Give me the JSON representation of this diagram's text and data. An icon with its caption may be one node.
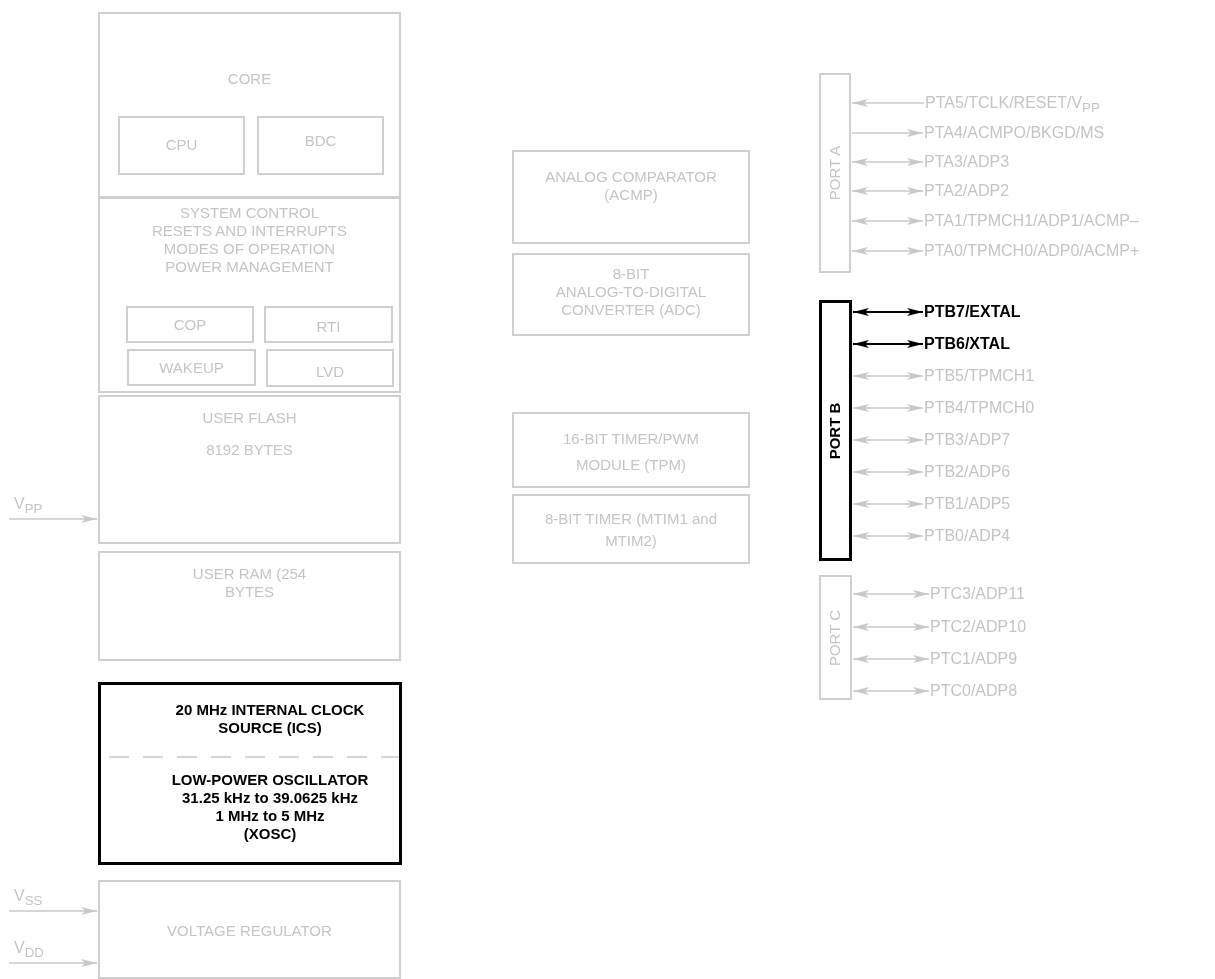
{
  "diagram": {
    "nodes": [
      {
        "text": [
          "CORE"
        ]
      },
      {
        "text": [
          "CPU"
        ],
        "in": 0
      },
      {
        "text": [
          "BDC"
        ],
        "in": 0
      },
      {
        "text": [
          "SYSTEM CONTROL",
          "RESETS AND INTERRUPTS",
          "MODES OF OPERATION",
          "POWER MANAGEMENT"
        ]
      },
      {
        "text": [
          "COP"
        ],
        "in": 3
      },
      {
        "text": [
          "RTI"
        ],
        "in": 3
      },
      {
        "text": [
          "WAKEUP"
        ],
        "in": 3
      },
      {
        "text": [
          "LVD"
        ],
        "in": 3
      },
      {
        "text": [
          "USER FLASH",
          "8192 BYTES"
        ]
      },
      {
        "text": [
          "USER RAM (254 BYTES"
        ]
      },
      {
        "text": [
          "20 MHz INTERNAL CLOCK SOURCE (ICS)",
          "LOW-POWER OSCILLATOR",
          "31.25 kHz to 39.0625 kHz",
          "1 MHz to 5 MHz",
          "(XOSC)"
        ]
      },
      {
        "text": [
          "VOLTAGE REGULATOR"
        ]
      },
      {
        "text": [
          "V$_{PP}$"
        ]
      },
      {
        "text": [
          "V$_{SS}$"
        ]
      },
      {
        "text": [
          "V$_{DD}$"
        ]
      },
      {
        "text": [
          "ANALOG COMPARATOR (ACMP)"
        ]
      },
      {
        "text": [
          "8-BIT",
          "ANALOG-TO-DIGITAL CONVERTER (ADC)"
        ]
      },
      {
        "text": [
          "16-BIT TIMER/PWM MODULE (TPM)"
        ]
      },
      {
        "text": [
          "8-BIT TIMER (MTIM1 and MTIM2)"
        ]
      },
      {
        "text": [
          "PORT A"
        ]
      },
      {
        "text": [
          "PTA5/TCLK/RESET/V$_{PP}$"
        ]
      },
      {
        "text": [
          "PTA4/ACMPO/BKGD/MS"
        ]
      },
      {
        "text": [
          "PTA3/ADP3"
        ]
      },
      {
        "text": [
          "PTA2/ADP2"
        ]
      },
      {
        "text": [
          "PTA1/TPMCH1/ADP1/ACMP–"
        ]
      },
      {
        "text": [
          "PTA0/TPMCH0/ADP0/ACMP+"
        ]
      },
      {
        "text": [
          "PORT B"
        ]
      },
      {
        "text": [
          "PTB7/EXTAL"
        ]
      },
      {
        "text": [
          "PTB6/XTAL"
        ]
      },
      {
        "text": [
          "PTB5/TPMCH1"
        ]
      },
      {
        "text": [
          "PTB4/TPMCH0"
        ]
      },
      {
        "text": [
          "PTB3/ADP7"
        ]
      },
      {
        "text": [
          "PTB2/ADP6"
        ]
      },
      {
        "text": [
          "PTB1/ADP5"
        ]
      },
      {
        "text": [
          "PTB0/ADP4"
        ]
      },
      {
        "text": [
          "PORT C"
        ]
      },
      {
        "text": [
          "PTC3/ADP11"
        ]
      },
      {
        "text": [
          "PTC2/ADP10"
        ]
      },
      {
        "text": [
          "PTC1/ADP9"
        ]
      },
      {
        "text": [
          "PTC0/ADP8"
        ]
      }
    ],
    "edges": [
      {
        "from": 12,
        "to": 8,
        "arrow": "to"
      },
      {
        "from": 13,
        "to": 11,
        "arrow": "to"
      },
      {
        "from": 14,
        "to": 11,
        "arrow": "to"
      },
      {
        "from": 20,
        "to": 19,
        "arrow": "to"
      },
      {
        "from": 19,
        "to": 21,
        "arrow": "to"
      },
      {
        "from": 19,
        "to": 22,
        "arrow": "both"
      },
      {
        "from": 19,
        "to": 23,
        "arrow": "both"
      },
      {
        "from": 19,
        "to": 24,
        "arrow": "both"
      },
      {
        "from": 19,
        "to": 25,
        "arrow": "both"
      },
      {
        "from": 26,
        "to": 27,
        "arrow": "both",
        "color": "#000000"
      },
      {
        "from": 26,
        "to": 28,
        "arrow": "both",
        "color": "#000000"
      },
      {
        "from": 26,
        "to": 29,
        "arrow": "both"
      },
      {
        "from": 26,
        "to": 30,
        "arrow": "both"
      },
      {
        "from": 26,
        "to": 31,
        "arrow": "both"
      },
      {
        "from": 26,
        "to": 32,
        "arrow": "both"
      },
      {
        "from": 26,
        "to": 33,
        "arrow": "both"
      },
      {
        "from": 26,
        "to": 34,
        "arrow": "both"
      },
      {
        "from": 35,
        "to": 36,
        "arrow": "both"
      },
      {
        "from": 35,
        "to": 37,
        "arrow": "both"
      },
      {
        "from": 35,
        "to": 38,
        "arrow": "both"
      },
      {
        "from": 35,
        "to": 39,
        "arrow": "both"
      }
    ]
  }
}
